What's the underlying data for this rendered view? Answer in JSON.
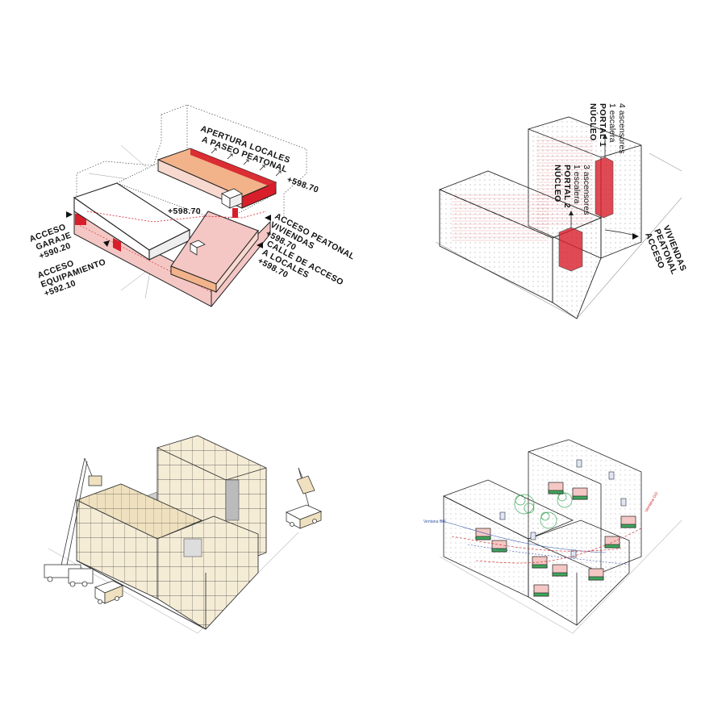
{
  "panel1": {
    "labels": {
      "apertura": [
        "APERTURA LOCALES",
        "A PASEO PEATONAL"
      ],
      "apertura_level": "+598.70",
      "center_level": "+598.70",
      "acceso_peatonal": [
        "ACCESO PEATONAL",
        "VIVIENDAS",
        "+598.70"
      ],
      "calle": [
        "CALLE DE ACCESO",
        "A LOCALES",
        "+598.70"
      ],
      "garaje": [
        "ACCESO",
        "GARAJE",
        "+590.20"
      ],
      "equipamiento": [
        "ACCESO",
        "EQUIPAMIENTO",
        "+592.10"
      ]
    }
  },
  "panel2": {
    "labels": {
      "nucleo1": [
        "NÚCLEO",
        "PORTAL 1",
        "1 escalera",
        "4 ascensores"
      ],
      "nucleo2": [
        "NÚCLEO",
        "PORTAL 2",
        "1 escalera",
        "3 ascensores"
      ],
      "acceso": [
        "ACCESO",
        "PEATONAL",
        "VIVIENDAS"
      ]
    }
  },
  "panel3": {},
  "panel4": {
    "labels": {
      "left_tag": "Ventana GO",
      "right_tag": "Ventana GO"
    }
  },
  "colors": {
    "red": "#d81e2a",
    "pink": "#f4c7c4",
    "orange": "#f2b38a",
    "wood": "#efe1bf",
    "line": "#222222",
    "tree": "#3ea85b"
  }
}
